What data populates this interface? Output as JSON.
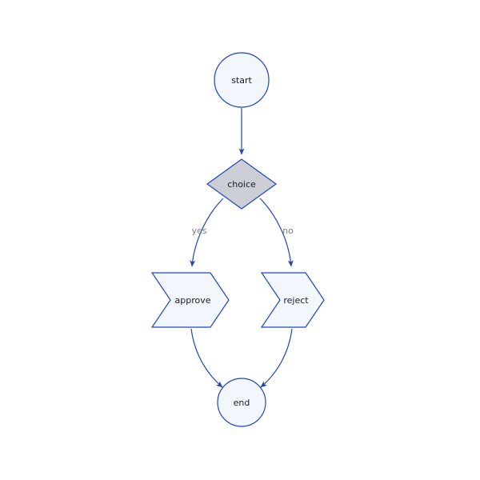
{
  "diagram": {
    "type": "flowchart",
    "nodes": [
      {
        "id": "start",
        "label": "start",
        "shape": "circle"
      },
      {
        "id": "choice",
        "label": "choice",
        "shape": "diamond"
      },
      {
        "id": "approve",
        "label": "approve",
        "shape": "chevron"
      },
      {
        "id": "reject",
        "label": "reject",
        "shape": "chevron"
      },
      {
        "id": "end",
        "label": "end",
        "shape": "circle"
      }
    ],
    "edges": [
      {
        "from": "start",
        "to": "choice",
        "label": ""
      },
      {
        "from": "choice",
        "to": "approve",
        "label": "yes"
      },
      {
        "from": "choice",
        "to": "reject",
        "label": "no"
      },
      {
        "from": "approve",
        "to": "end",
        "label": ""
      },
      {
        "from": "reject",
        "to": "end",
        "label": ""
      }
    ],
    "colors": {
      "stroke": "#2244bb",
      "node_fill": "#f2f6fd",
      "decision_fill": "#ccced6",
      "node_text": "#1a1a2e",
      "edge_label_text": "#808089",
      "background": "#ffffff"
    }
  }
}
